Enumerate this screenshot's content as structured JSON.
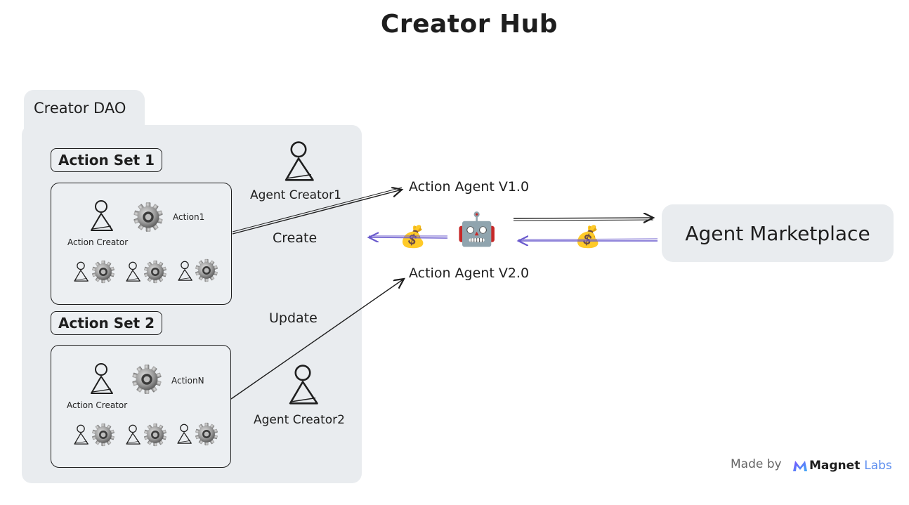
{
  "title": "Creator Hub",
  "dao": {
    "label": "Creator DAO"
  },
  "sets": [
    {
      "title": "Action Set 1",
      "creator_label": "Action Creator",
      "action_label": "Action1"
    },
    {
      "title": "Action Set 2",
      "creator_label": "Action Creator",
      "action_label": "ActionN"
    }
  ],
  "agent_creators": [
    "Agent Creator1",
    "Agent Creator2"
  ],
  "edges": {
    "create": "Create",
    "update": "Update"
  },
  "agents": {
    "v1": "Action Agent V1.0",
    "v2": "Action Agent V2.0"
  },
  "robot_icon": "🤖",
  "money_icon": "💰",
  "marketplace": "Agent Marketplace",
  "footer": {
    "made_by": "Made by",
    "brand_main": "Magnet",
    "brand_accent": "Labs"
  },
  "colors": {
    "panel": "#e9ecef",
    "payment_arrow": "#6a5acd",
    "ink": "#1e1e1e",
    "brand_accent": "#5b8def"
  }
}
